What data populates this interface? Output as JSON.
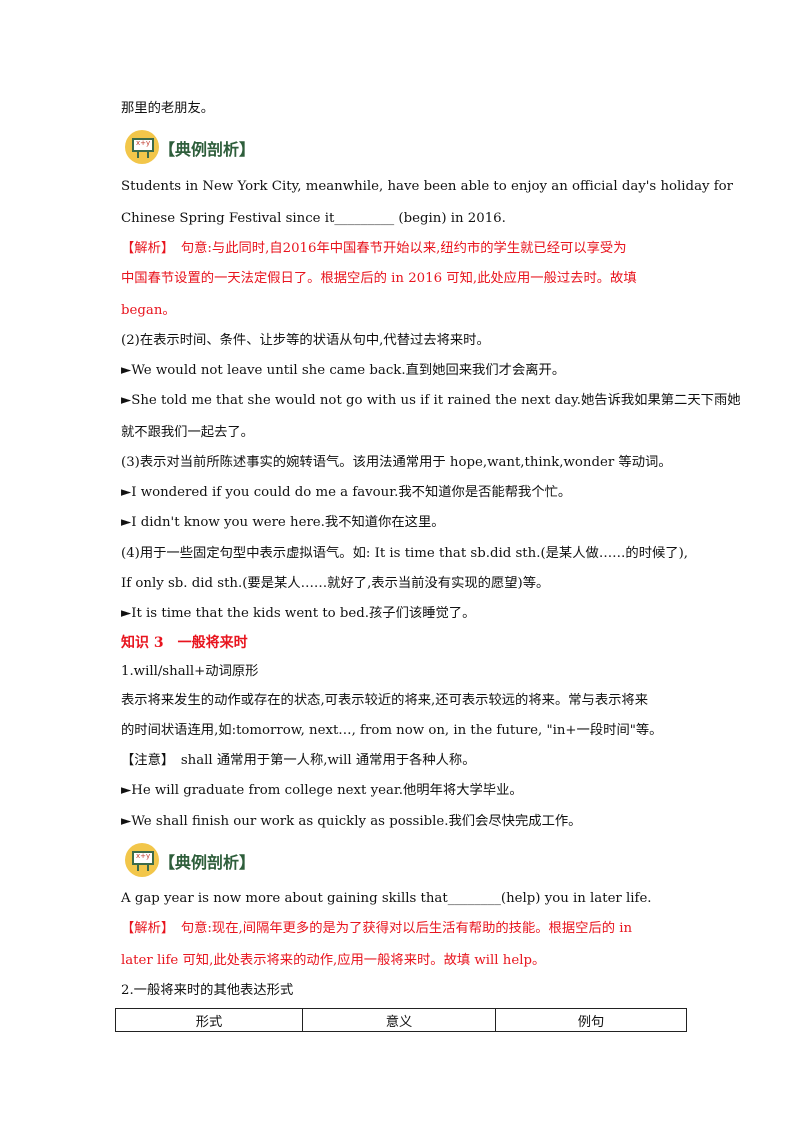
{
  "lines": {
    "l0": "那里的老朋友。",
    "l1": "Students in New York City, meanwhile, have been able to enjoy an official day's holiday for",
    "l2": "Chinese Spring Festival since it_________ (begin) in 2016.",
    "l3": "【解析】　句意:与此同时,自2016年中国春节开始以来,纽约市的学生就已经可以享受为",
    "l4": "中国春节设置的一天法定假日了。根据空后的 in 2016 可知,此处应用一般过去时。故填",
    "l5": "began。",
    "l6": "(2)在表示时间、条件、让步等的状语从句中,代替过去将来时。",
    "l7": "►We would not leave until she came back.直到她回来我们才会离开。",
    "l8": "►She told me that she would not go with us if it rained the next day.她告诉我如果第二天下雨她",
    "l9": "就不跟我们一起去了。",
    "l10": "(3)表示对当前所陈述事实的婉转语气。该用法通常用于 hope,want,think,wonder 等动词。",
    "l11": "►I wondered if you could do me a favour.我不知道你是否能帮我个忙。",
    "l12": "►I didn't know you were here.我不知道你在这里。",
    "l13": "(4)用于一些固定句型中表示虚拟语气。如: It is time that sb.did sth.(是某人做……的时候了),",
    "l14": "If only sb. did sth.(要是某人……就好了,表示当前没有实现的愿望)等。",
    "l15": "►It is time that the kids went to bed.孩子们该睡觉了。",
    "l16": "知识 3　一般将来时",
    "l17": "1.will/shall+动词原形",
    "l18": "表示将来发生的动作或存在的状态,可表示较近的将来,还可表示较远的将来。常与表示将来",
    "l19": "的时间状语连用,如:tomorrow, next…, from now on, in the future, \"in+一段时间\"等。",
    "l20": "【注意】　shall 通常用于第一人称,will 通常用于各种人称。",
    "l21": "►He will graduate from college next year.他明年将大学毕业。",
    "l22": "►We shall finish our work as quickly as possible.我们会尽快完成工作。",
    "l23": "A gap year is now more about gaining skills that________(help) you in later life.",
    "l24": "【解析】　句意:现在,间隔年更多的是为了获得对以后生活有帮助的技能。根据空后的 in",
    "l25": "later life 可知,此处表示将来的动作,应用一般将来时。故填 will help。",
    "l26": "2.一般将来时的其他表达形式"
  },
  "badge": {
    "title": "【典例剖析】",
    "icon_text": "x+y"
  },
  "table": {
    "headers": [
      "形式",
      "意义",
      "例句"
    ]
  },
  "colors": {
    "red": "#e8141e",
    "badge_yellow": "#f2c64a",
    "badge_green": "#2e5e3b"
  }
}
